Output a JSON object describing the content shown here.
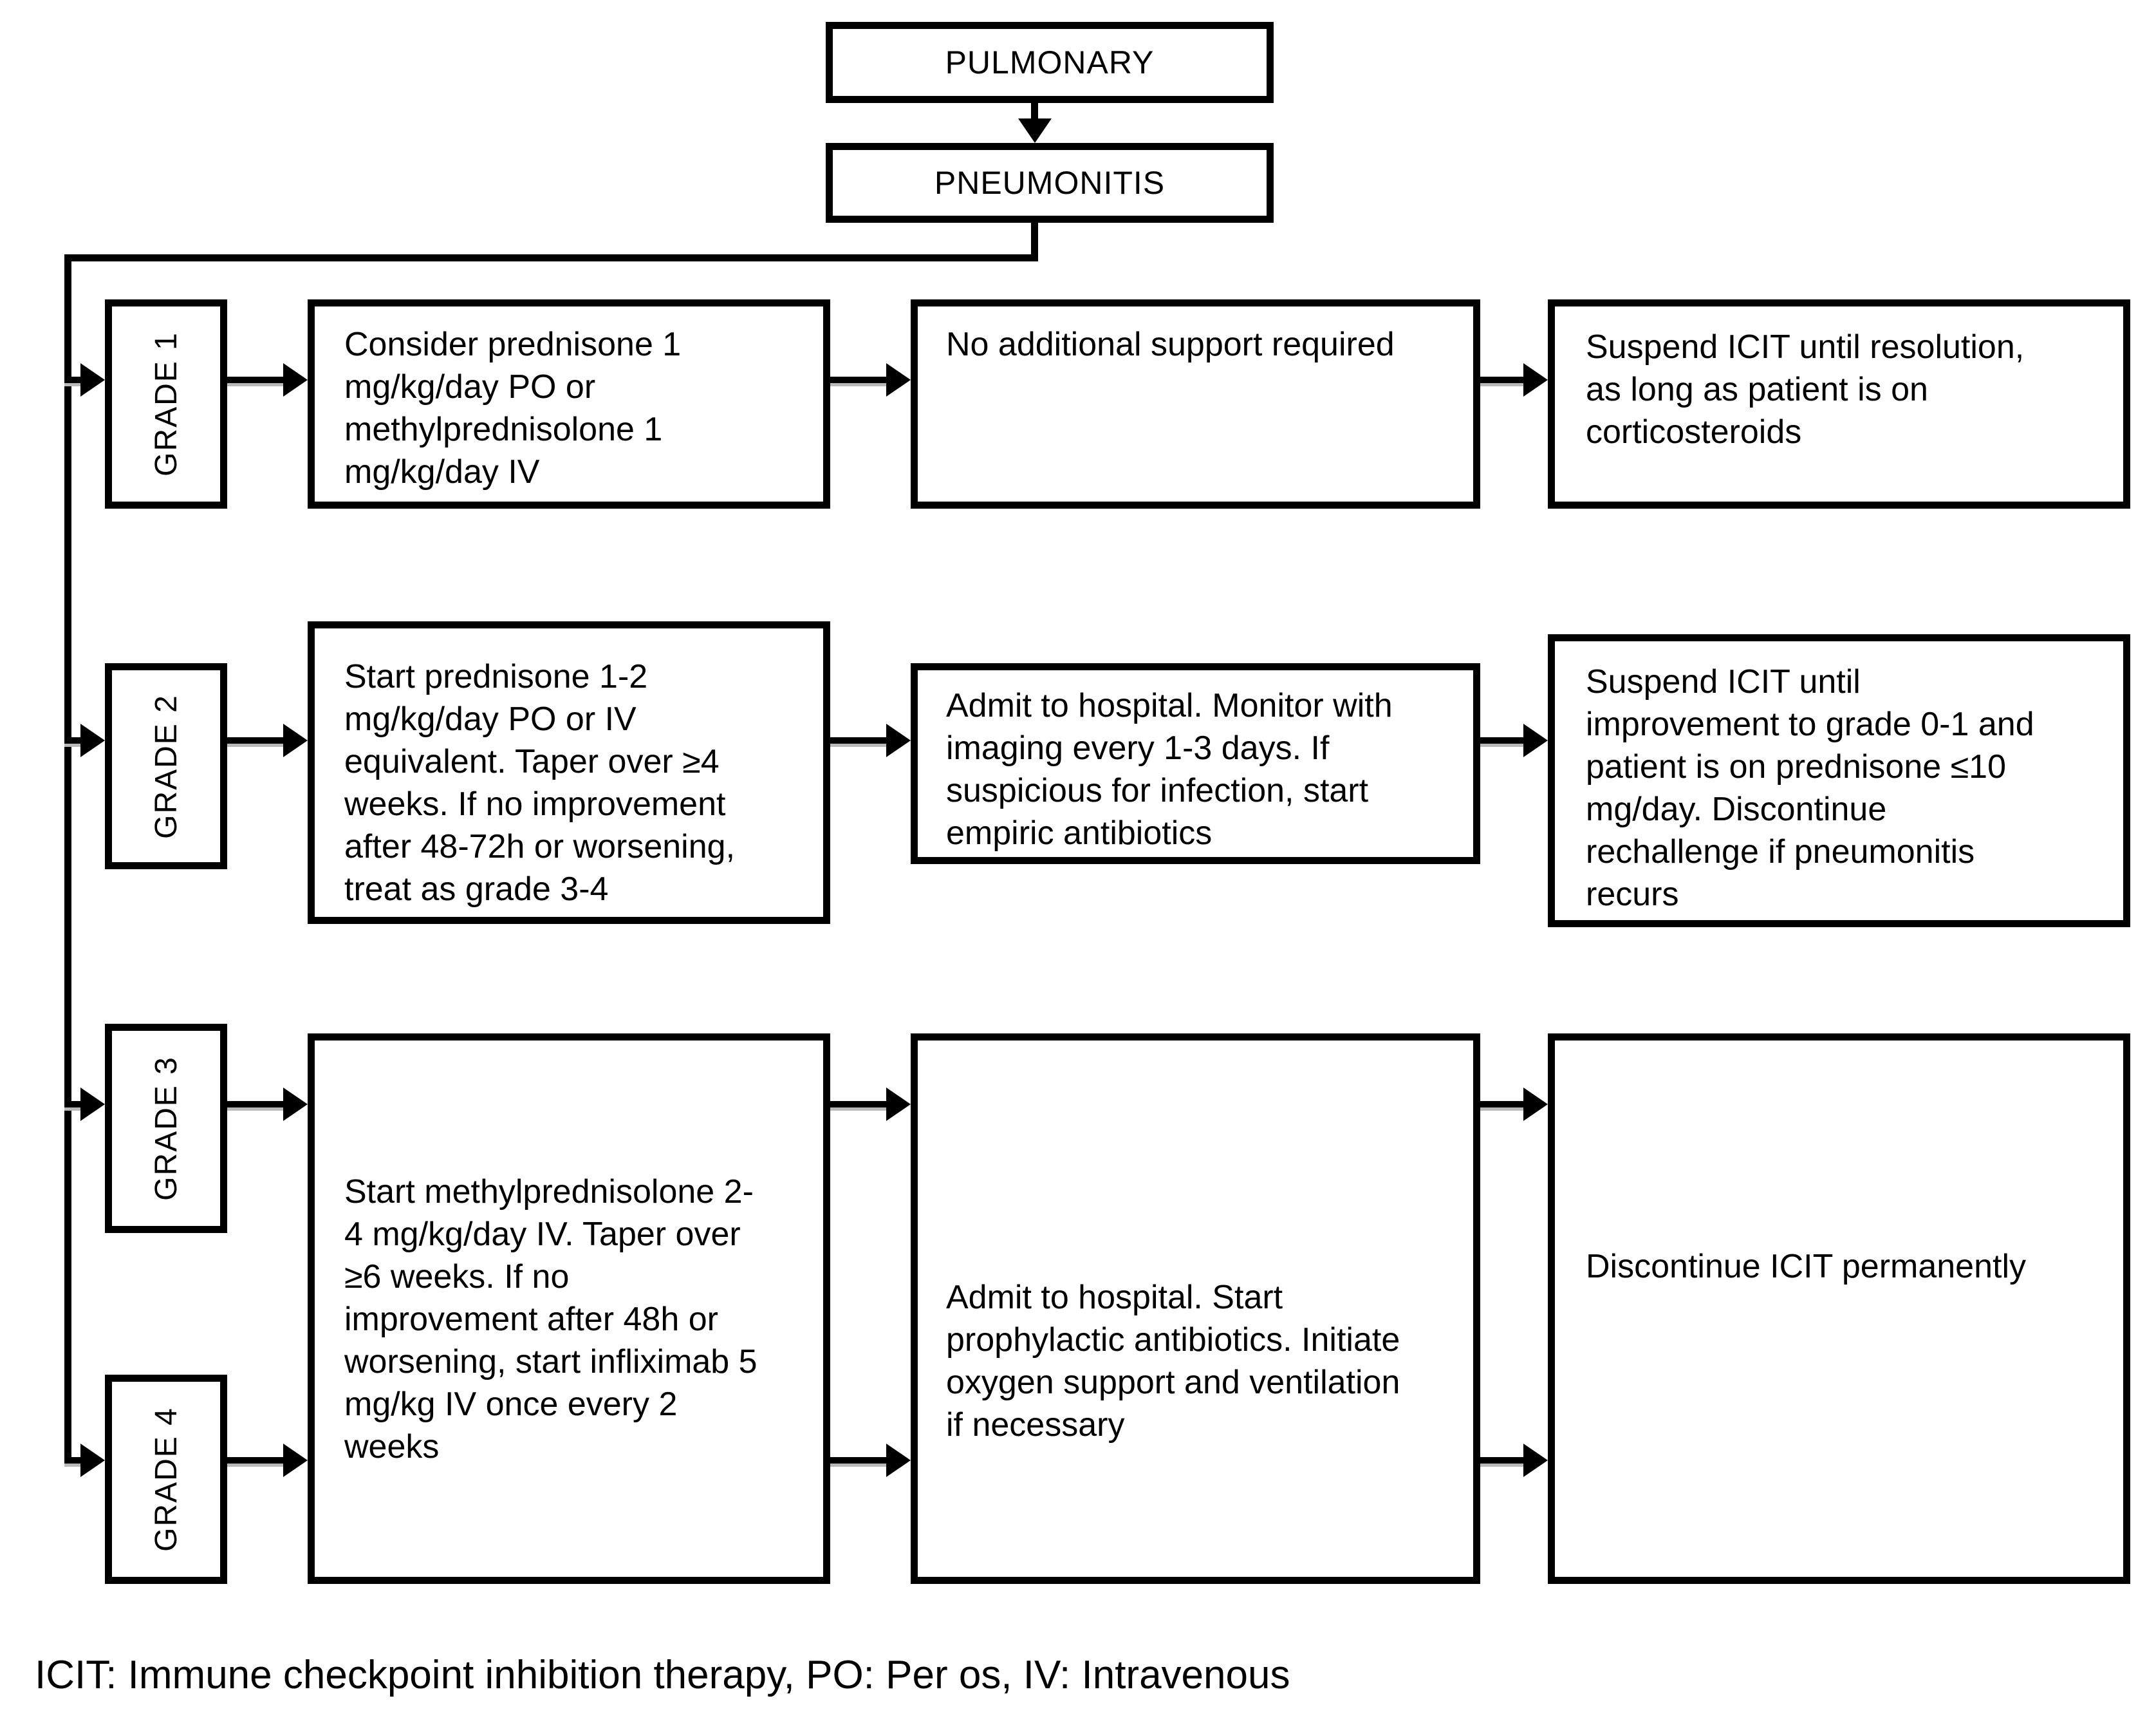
{
  "header": {
    "pulmonary": "PULMONARY",
    "pneumonitis": "PNEUMONITIS"
  },
  "rows": {
    "grade1": {
      "label": "GRADE 1",
      "treatment": "Consider prednisone 1\nmg/kg/day PO or\nmethylprednisolone 1\nmg/kg/day IV",
      "support": "No additional support required",
      "icit": "Suspend ICIT until resolution,\nas long as patient is on\ncorticosteroids"
    },
    "grade2": {
      "label": "GRADE 2",
      "treatment": "Start prednisone 1-2\nmg/kg/day PO or IV\nequivalent. Taper over ≥4\nweeks. If no improvement\nafter 48-72h or worsening,\ntreat as grade 3-4",
      "support": "Admit to hospital. Monitor with\nimaging every 1-3 days. If\nsuspicious for infection, start\nempiric antibiotics",
      "icit": "Suspend ICIT until\nimprovement to grade 0-1 and\npatient is on prednisone ≤10\nmg/day. Discontinue\nrechallenge if pneumonitis\nrecurs"
    },
    "grade3": {
      "label": "GRADE 3"
    },
    "grade4": {
      "label": "GRADE 4"
    },
    "grade3_4": {
      "treatment": "Start methylprednisolone 2-\n4 mg/kg/day IV. Taper over\n≥6 weeks. If no\nimprovement after 48h or\nworsening, start infliximab 5\nmg/kg IV once every 2\nweeks",
      "support": "Admit to hospital. Start\nprophylactic antibiotics. Initiate\noxygen support and ventilation\nif necessary",
      "icit": "Discontinue ICIT permanently"
    }
  },
  "legend": {
    "text": "ICIT: Immune checkpoint inhibition therapy, PO: Per os, IV: Intravenous"
  },
  "colors": {
    "line": "#000000",
    "text": "#000000",
    "background": "#ffffff"
  }
}
